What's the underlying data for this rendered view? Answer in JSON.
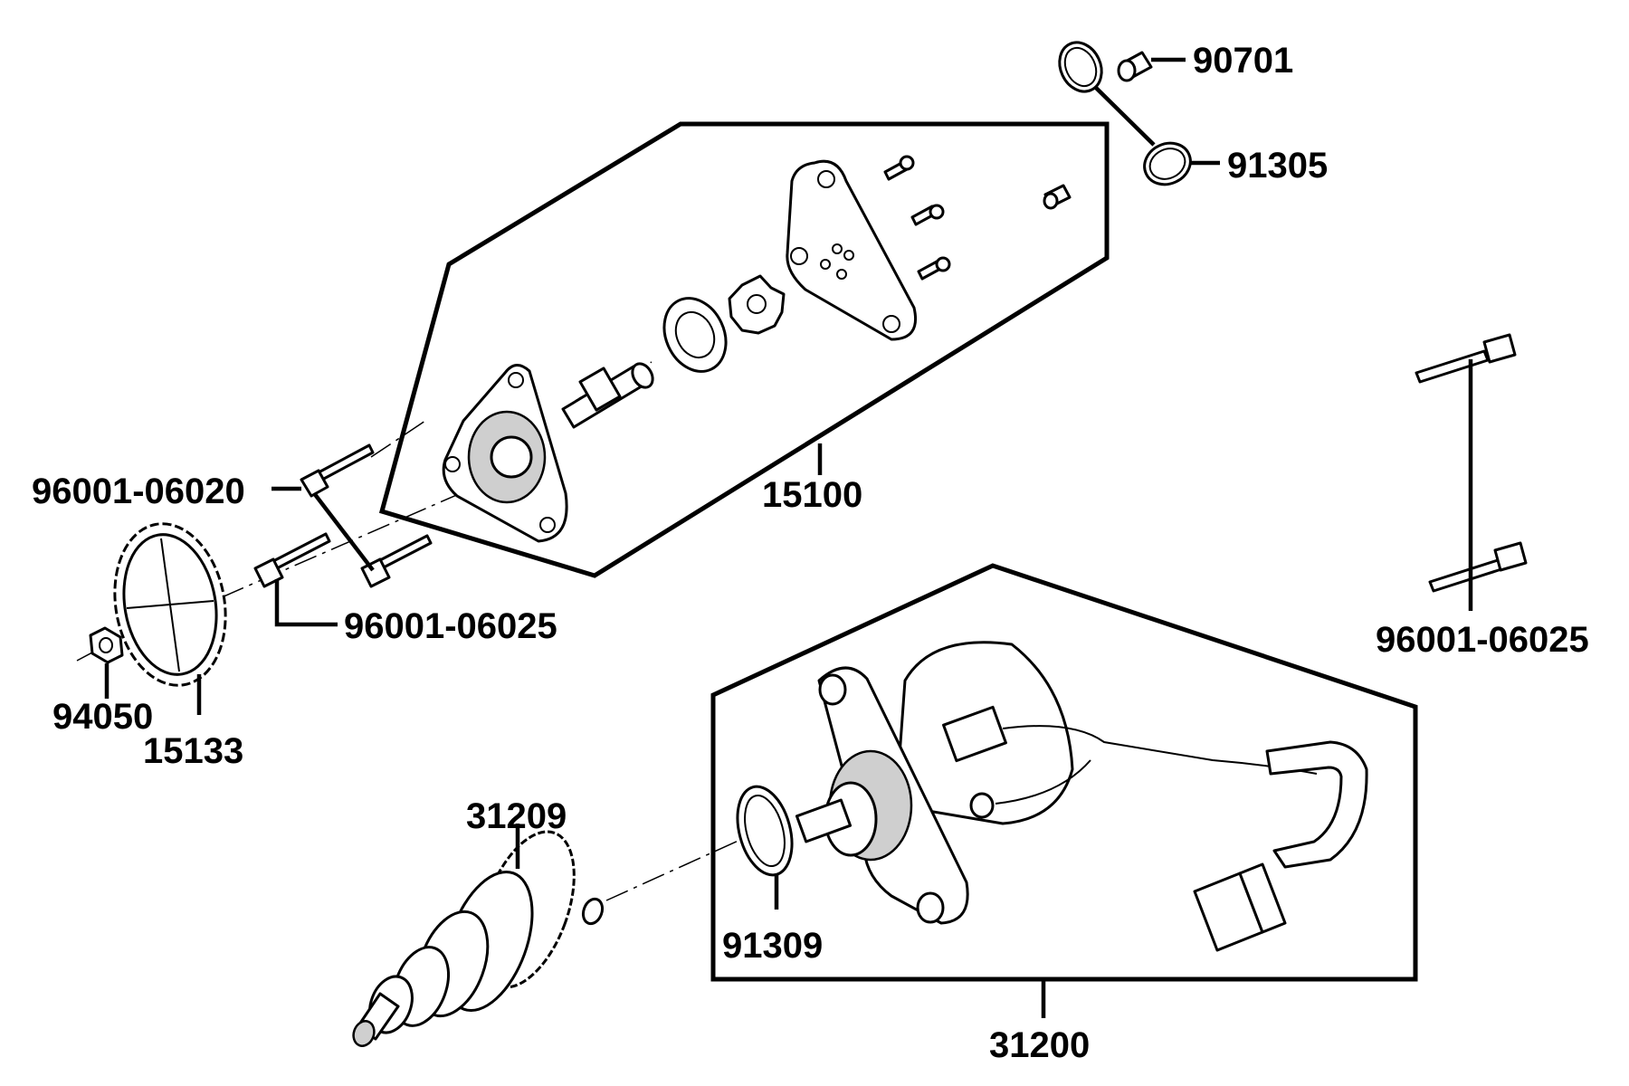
{
  "labels": {
    "p90701": "90701",
    "p91305": "91305",
    "p15100": "15100",
    "p96001_06020": "96001-06020",
    "p96001_06025_left": "96001-06025",
    "p96001_06025_right": "96001-06025",
    "p94050": "94050",
    "p15133": "15133",
    "p31209": "31209",
    "p91309": "91309",
    "p31200": "31200"
  }
}
